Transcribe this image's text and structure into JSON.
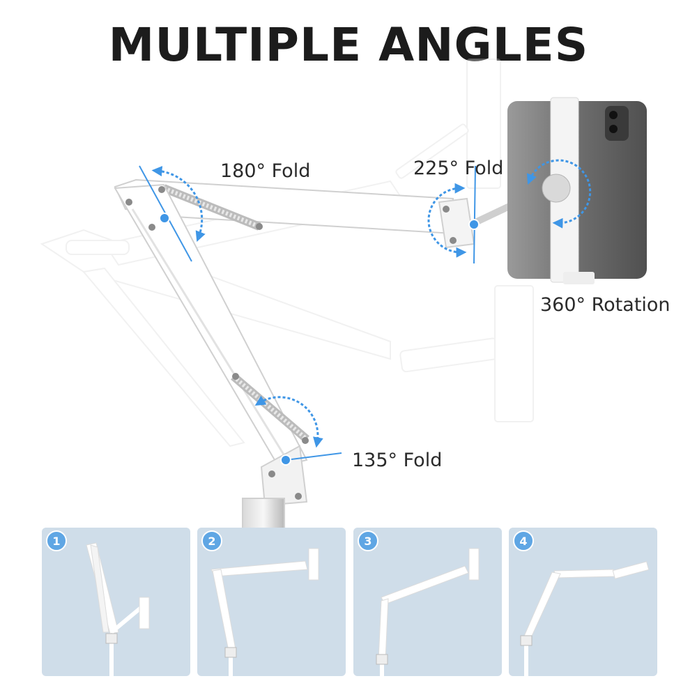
{
  "title": "MULTIPLE ANGLES",
  "labels": {
    "fold_180": "180° Fold",
    "fold_225": "225° Fold",
    "rotation_360": "360° Rotation",
    "fold_135": "135° Fold"
  },
  "panels": [
    {
      "number": "1"
    },
    {
      "number": "2"
    },
    {
      "number": "3"
    },
    {
      "number": "4"
    }
  ],
  "colors": {
    "accent": "#3f96e6",
    "panel_bg": "#cfdde9",
    "badge": "#5fa6e4",
    "title": "#1c1c1c",
    "arm": "#ffffff",
    "tablet": "#6b6b6b"
  },
  "icons": {
    "fold_arrow": "circular-arrow-icon",
    "rotation_arrow": "circular-arrow-icon"
  }
}
